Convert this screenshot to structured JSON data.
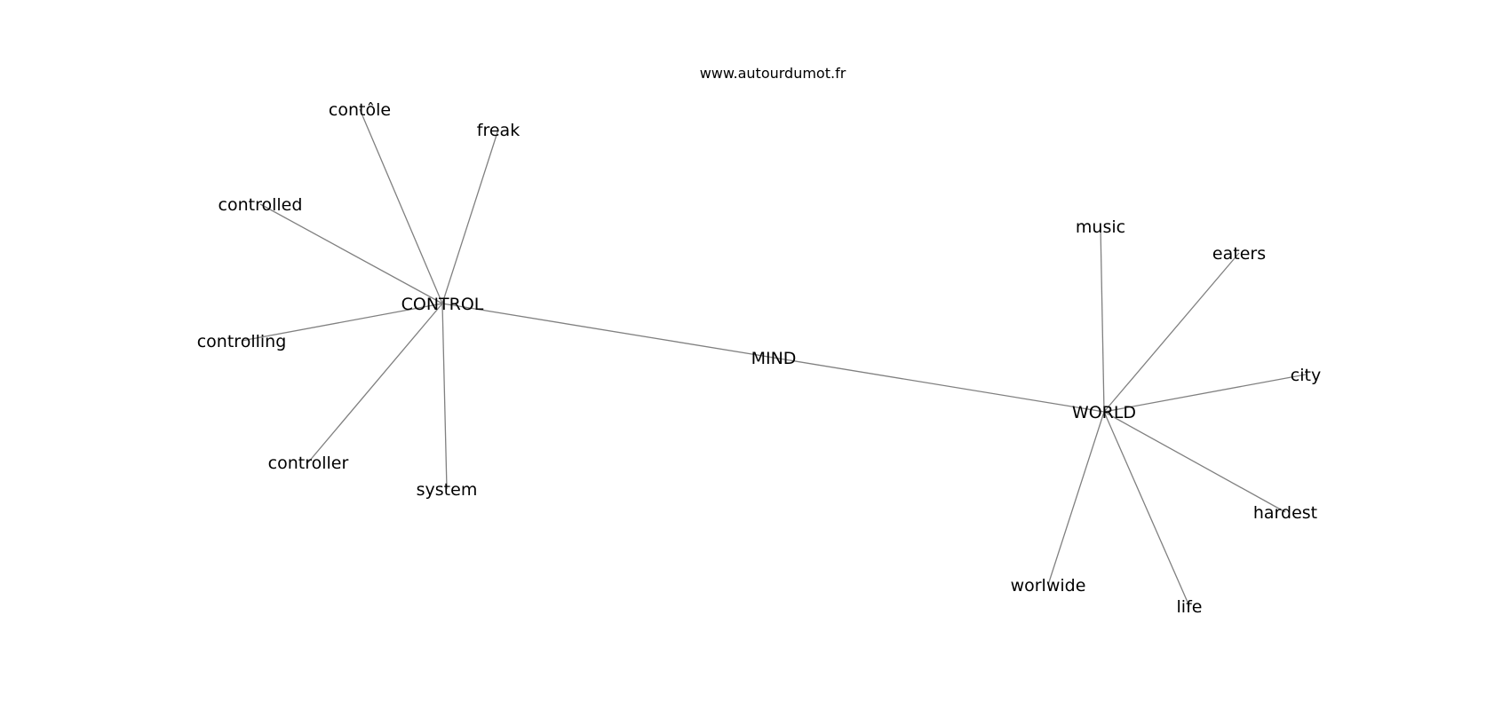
{
  "diagram": {
    "site": "www.autourdumot.fr",
    "nodes": [
      {
        "id": "mind",
        "label": "MIND"
      },
      {
        "id": "control",
        "label": "CONTROL"
      },
      {
        "id": "world",
        "label": "WORLD"
      },
      {
        "id": "contole",
        "label": "contôle"
      },
      {
        "id": "freak",
        "label": "freak"
      },
      {
        "id": "controlled",
        "label": "controlled"
      },
      {
        "id": "controlling",
        "label": "controlling"
      },
      {
        "id": "controller",
        "label": "controller"
      },
      {
        "id": "system",
        "label": "system"
      },
      {
        "id": "music",
        "label": "music"
      },
      {
        "id": "eaters",
        "label": "eaters"
      },
      {
        "id": "city",
        "label": "city"
      },
      {
        "id": "hardest",
        "label": "hardest"
      },
      {
        "id": "life",
        "label": "life"
      },
      {
        "id": "worlwide",
        "label": "worlwide"
      }
    ],
    "edges": [
      [
        "control",
        "mind"
      ],
      [
        "mind",
        "world"
      ],
      [
        "control",
        "contole"
      ],
      [
        "control",
        "freak"
      ],
      [
        "control",
        "controlled"
      ],
      [
        "control",
        "controlling"
      ],
      [
        "control",
        "controller"
      ],
      [
        "control",
        "system"
      ],
      [
        "world",
        "music"
      ],
      [
        "world",
        "eaters"
      ],
      [
        "world",
        "city"
      ],
      [
        "world",
        "hardest"
      ],
      [
        "world",
        "life"
      ],
      [
        "world",
        "worlwide"
      ]
    ],
    "colors": {
      "edge": "#808080",
      "text": "#000000",
      "background": "#ffffff"
    }
  }
}
